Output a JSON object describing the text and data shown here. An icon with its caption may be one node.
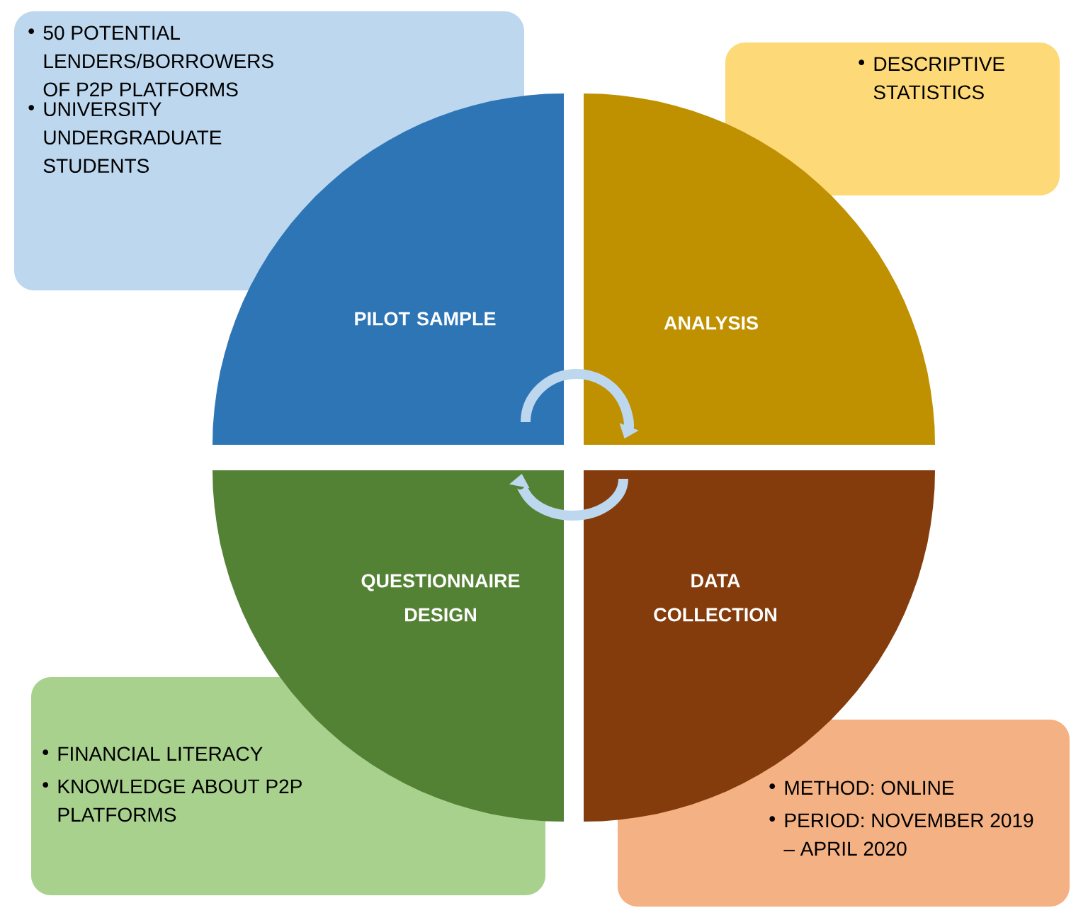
{
  "diagram": {
    "nodes": [
      {
        "text": [
          "50 POTENTIAL LENDERS/BORROWERS OF P2P PLATFORMS",
          "UNIVERSITY UNDERGRADUATE STUDENTS"
        ]
      },
      {
        "text": [
          "DESCRIPTIVE STATISTICS"
        ]
      },
      {
        "text": [
          "PILOT SAMPLE"
        ]
      },
      {
        "text": [
          "ANALYSIS"
        ]
      },
      {
        "text": [
          "QUESTIONNAIRE DESIGN"
        ]
      },
      {
        "text": [
          "DATA COLLECTION"
        ]
      },
      {
        "text": [
          "FINANCIAL LITERACY",
          "KNOWLEDGE ABOUT P2P PLATFORMS"
        ]
      },
      {
        "text": [
          "METHOD: ONLINE",
          "PERIOD: NOVEMBER 2019 – APRIL 2020"
        ]
      }
    ],
    "edges": [
      {
        "from": 2,
        "to": 3,
        "arrow": "to"
      },
      {
        "from": 5,
        "to": 4,
        "arrow": "to"
      }
    ]
  }
}
